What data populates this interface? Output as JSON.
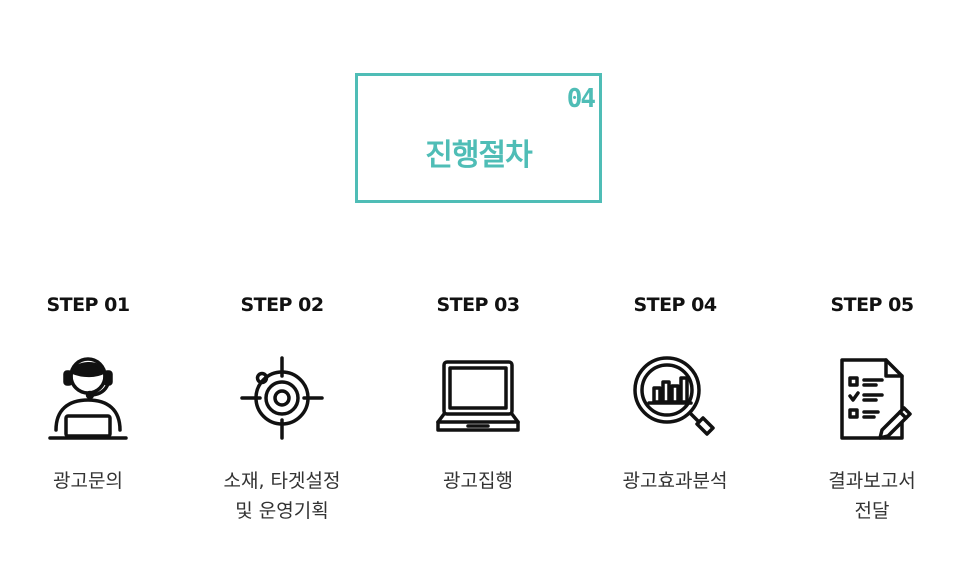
{
  "title": {
    "number": "04",
    "text": "진행절차"
  },
  "steps": [
    {
      "label": "STEP 01",
      "icon": "headset-operator-icon",
      "lines": [
        "광고문의"
      ]
    },
    {
      "label": "STEP 02",
      "icon": "target-icon",
      "lines": [
        "소재, 타겟설정",
        "및 운영기획"
      ]
    },
    {
      "label": "STEP 03",
      "icon": "laptop-icon",
      "lines": [
        "광고집행"
      ]
    },
    {
      "label": "STEP 04",
      "icon": "magnifier-chart-icon",
      "lines": [
        "광고효과분석"
      ]
    },
    {
      "label": "STEP 05",
      "icon": "report-checklist-icon",
      "lines": [
        "결과보고서",
        "전달"
      ]
    }
  ],
  "colors": {
    "accent": "#4fbdb6",
    "icon": "#111111"
  }
}
